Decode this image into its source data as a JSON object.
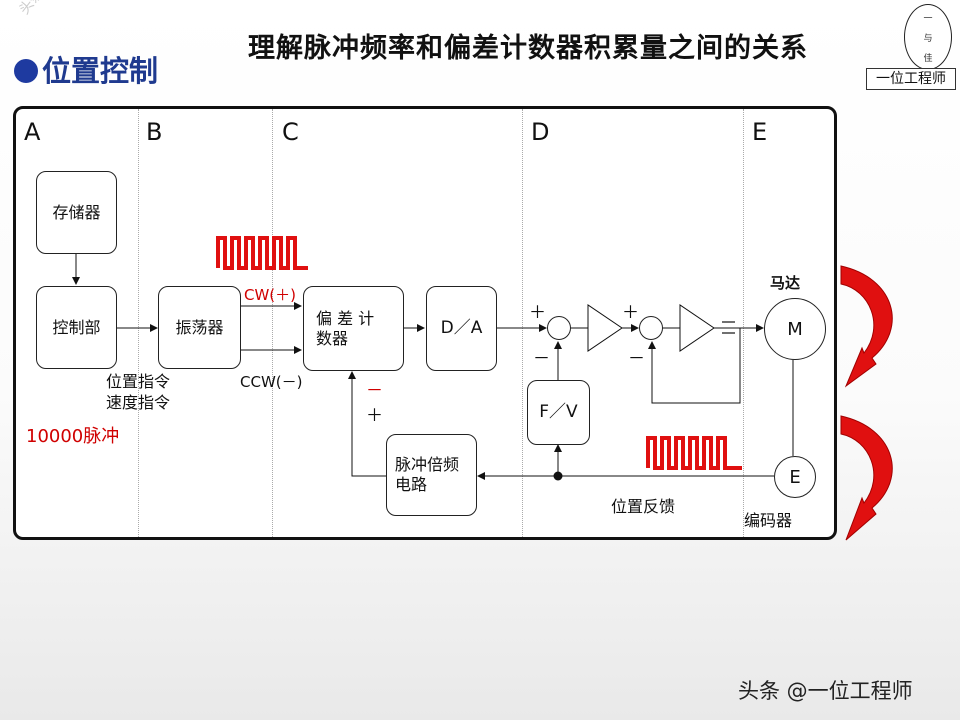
{
  "page_title": "理解脉冲频率和偏差计数器积累量之间的关系",
  "section_heading": "位置控制",
  "logo": {
    "circle_chars": [
      "一",
      "与",
      "佳"
    ],
    "caption": "一位工程师"
  },
  "watermark": "头条@一位工程师",
  "columns": [
    "A",
    "B",
    "C",
    "D",
    "E"
  ],
  "blocks": {
    "memory": "存储器",
    "controller": "控制部",
    "oscillator": "振荡器",
    "deviation_counter": "偏 差 计\n数器",
    "da": "D／A",
    "fv": "F／V",
    "pulse_multiplier": "脉冲倍频\n电路",
    "motor": "M",
    "encoder": "E"
  },
  "labels": {
    "position_command": "位置指令",
    "speed_command": "速度指令",
    "pulses": "10000脉冲",
    "cw": "CW(＋)",
    "ccw": "CCW(－)",
    "counter_minus": "－",
    "counter_plus": "＋",
    "sum1_plus": "＋",
    "sum1_minus": "－",
    "sum2_plus": "＋",
    "sum2_minus": "－",
    "motor_label": "马达",
    "encoder_label": "编码器",
    "position_feedback": "位置反馈"
  },
  "colors": {
    "heading": "#1f3a8f",
    "pulse": "#e01010",
    "arrow": "#e01010",
    "text_red": "#d00000"
  },
  "footer": "头条 @一位工程师"
}
